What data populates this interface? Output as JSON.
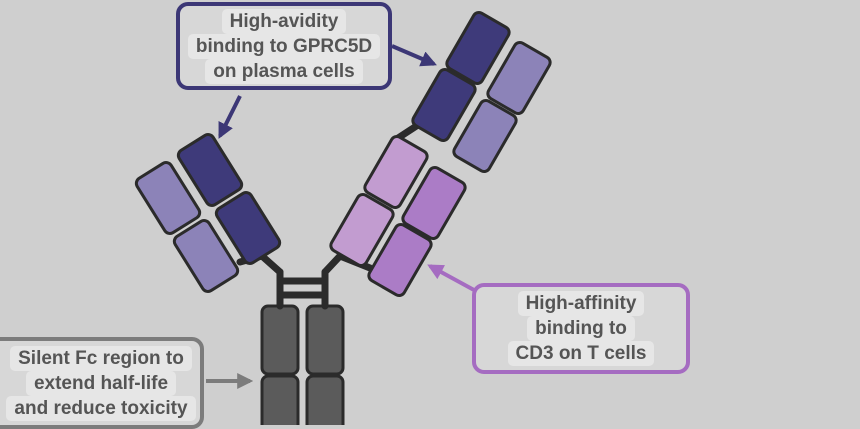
{
  "callouts": {
    "gprc5d": {
      "lines": [
        "High-avidity",
        "binding to GPRC5D",
        "on plasma cells"
      ],
      "color": "#3c3776"
    },
    "cd3": {
      "lines": [
        "High-affinity",
        "binding to",
        "CD3 on T cells"
      ],
      "color": "#a56cc1"
    },
    "fc": {
      "lines": [
        "Silent Fc region to",
        "extend half-life",
        "and reduce toxicity"
      ],
      "color": "#7c7c7c"
    }
  },
  "colors": {
    "background": "#cfcfcf",
    "gprc5d_heavy": "#3e3a7a",
    "gprc5d_light": "#8c83b8",
    "cd3_heavy": "#ab7cc6",
    "cd3_light": "#c29cd0",
    "fc": "#5b5b5b",
    "outline": "#2b2b2b"
  }
}
